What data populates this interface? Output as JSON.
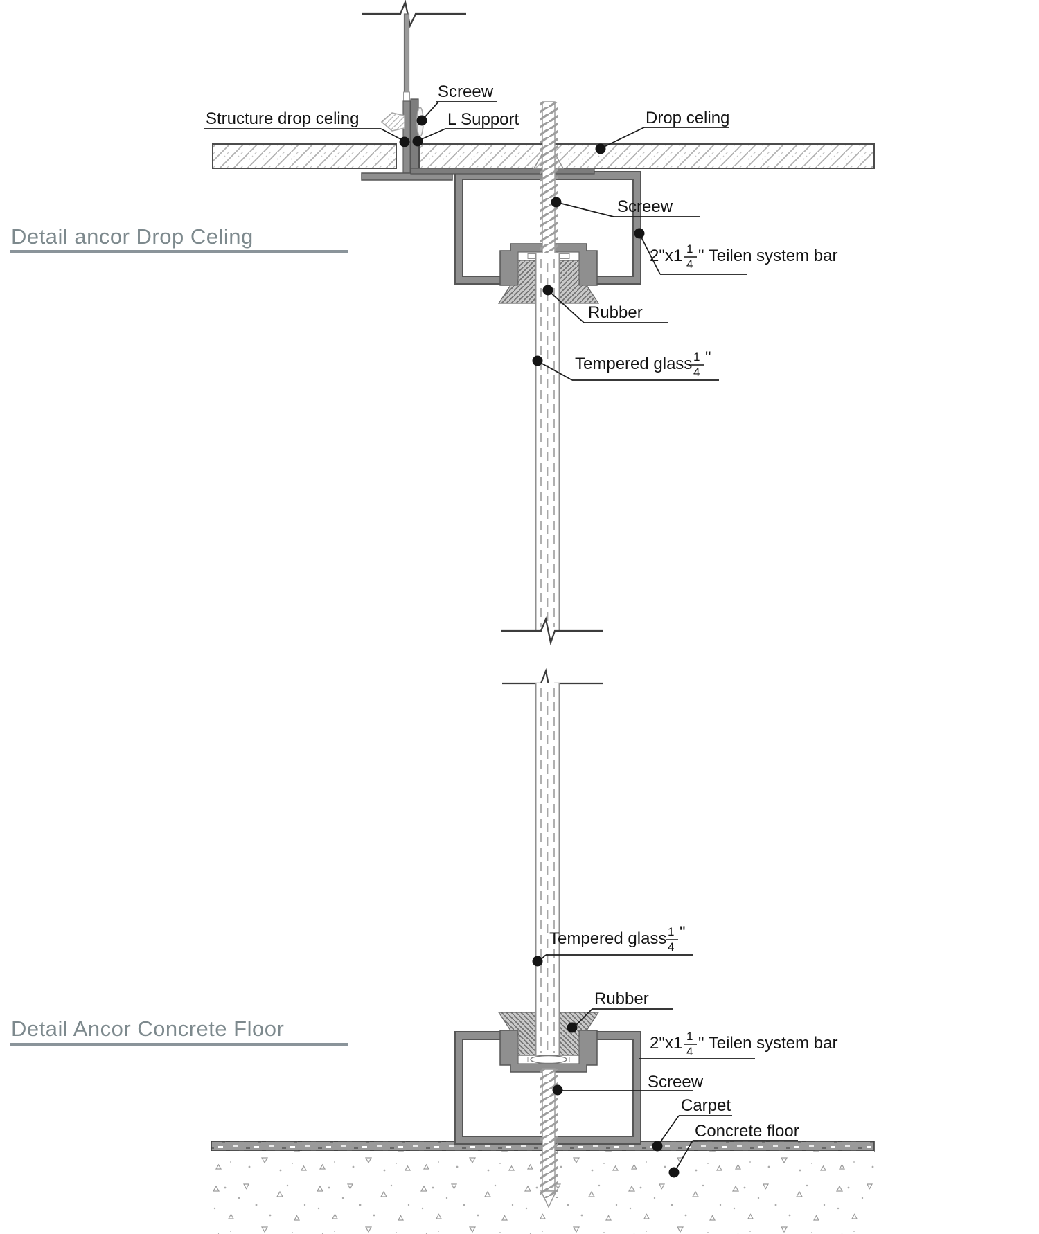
{
  "titles": {
    "top": "Detail ancor Drop Celing",
    "bottom": "Detail Ancor Concrete Floor"
  },
  "labels": {
    "screw": "Screew",
    "structure_drop_ceiling": "Structure drop celing",
    "l_support": "L Support",
    "drop_ceiling": "Drop celing",
    "teilen_bar_prefix": "2\"x1",
    "teilen_bar_suffix": "\" Teilen system bar",
    "tempered_glass_prefix": "Tempered glass",
    "inch_mark": "\"",
    "fraction_numerator": "1",
    "fraction_denominator": "4",
    "rubber": "Rubber",
    "carpet": "Carpet",
    "concrete_floor": "Concrete floor"
  },
  "colors": {
    "title": "#7d898d",
    "title_rule": "#8a949a",
    "metal": "#8f8f8f",
    "metal_dark": "#7d7d7d",
    "outline": "#565656",
    "label_text": "#141414"
  }
}
